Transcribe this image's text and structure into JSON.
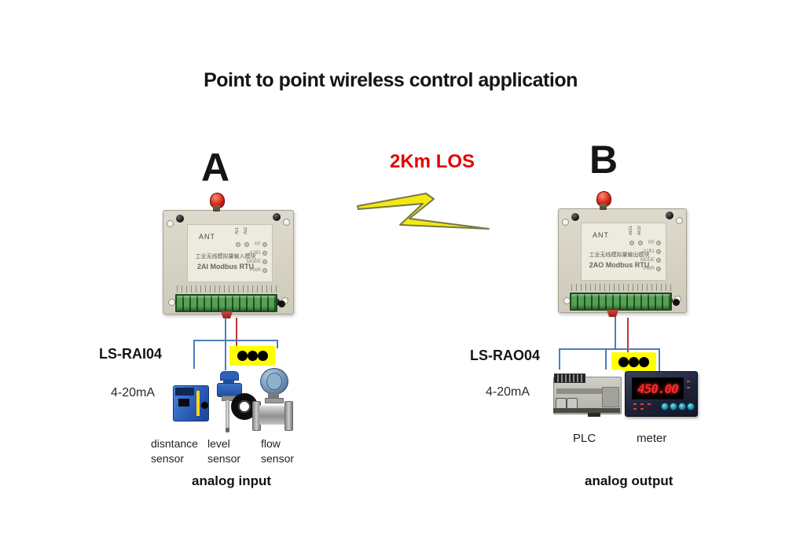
{
  "title": "Point to point wireless control application",
  "wireless_link": {
    "site_a_label": "A",
    "site_b_label": "B",
    "distance_label": "2Km LOS"
  },
  "site_a": {
    "module_name": "LS-RAI04",
    "signal_label": "4-20mA",
    "caption": "analog input",
    "module": {
      "ant_label": "ANT",
      "channel_labels": [
        "AI1",
        "AI2"
      ],
      "cn_text": "工业无线模拟量输入模块",
      "model_text": "2AI Modbus RTU",
      "led_labels": [
        "RF",
        "A1B1",
        "MODE",
        "PWR"
      ]
    },
    "sensors": [
      {
        "name_line1": "disntance",
        "name_line2": "sensor"
      },
      {
        "name_line1": "level",
        "name_line2": "sensor"
      },
      {
        "name_line1": "flow",
        "name_line2": "sensor"
      }
    ]
  },
  "site_b": {
    "module_name": "LS-RAO04",
    "signal_label": "4-20mA",
    "caption": "analog output",
    "module": {
      "ant_label": "ANT",
      "channel_labels": [
        "AO1",
        "AO2"
      ],
      "cn_text": "工业无线模拟量输出模块",
      "model_text": "2AO Modbus RTU",
      "led_labels": [
        "RF",
        "A1B1",
        "MODE",
        "PWR"
      ]
    },
    "devices": [
      {
        "label": "PLC"
      },
      {
        "label": "meter",
        "reading": "450.00"
      }
    ]
  },
  "colors": {
    "wire_blue": "#4a7ebb",
    "wire_red": "#c43434",
    "junction_yellow": "#ffff00",
    "lightning_yellow": "#f2ea10",
    "distance_text_red": "#e60000",
    "meter_digits_red": "#ff2828",
    "module_body": "#d8d4c8",
    "terminal_green": "#2e6b2e"
  }
}
